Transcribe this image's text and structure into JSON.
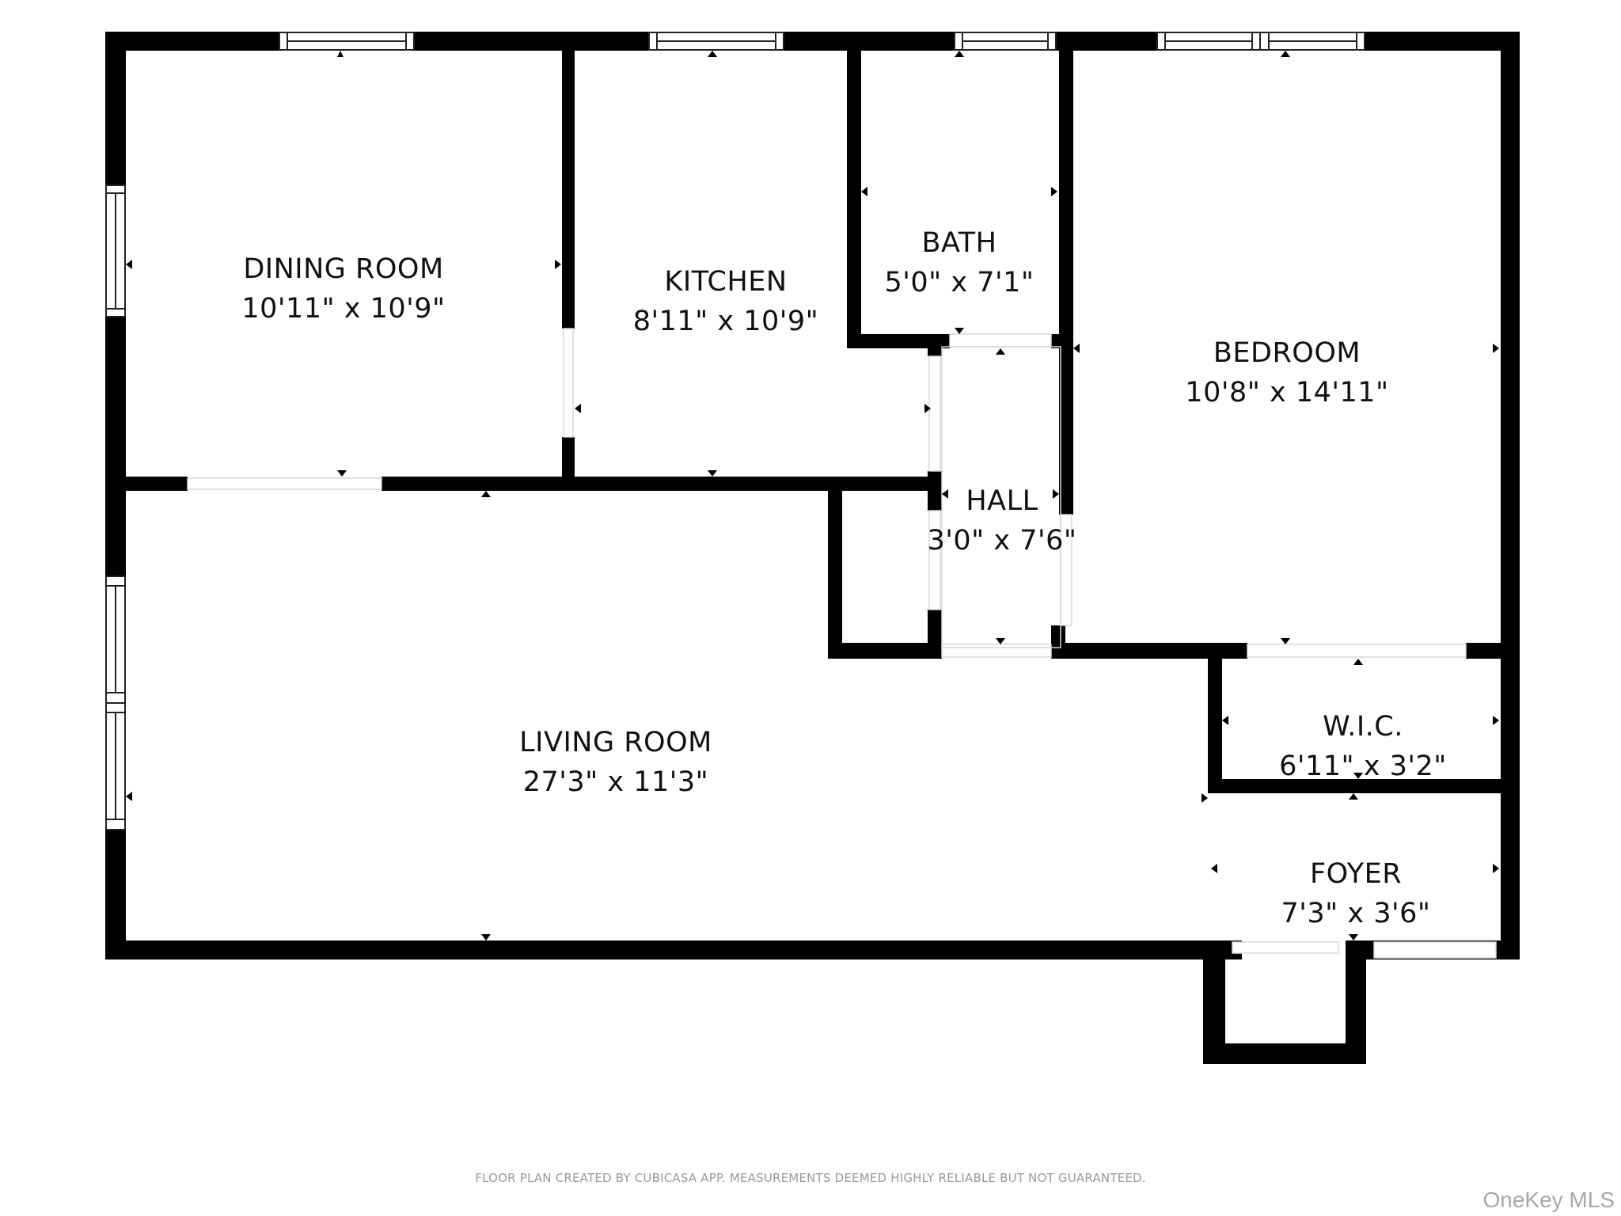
{
  "floor_plan": {
    "rooms": [
      {
        "id": "dining-room",
        "name": "DINING ROOM",
        "dimensions": "10'11\" x 10'9\""
      },
      {
        "id": "kitchen",
        "name": "KITCHEN",
        "dimensions": "8'11\" x 10'9\""
      },
      {
        "id": "bath",
        "name": "BATH",
        "dimensions": "5'0\" x 7'1\""
      },
      {
        "id": "bedroom",
        "name": "BEDROOM",
        "dimensions": "10'8\" x 14'11\""
      },
      {
        "id": "hall",
        "name": "HALL",
        "dimensions": "3'0\" x 7'6\""
      },
      {
        "id": "living-room",
        "name": "LIVING ROOM",
        "dimensions": "27'3\" x 11'3\""
      },
      {
        "id": "wic",
        "name": "W.I.C.",
        "dimensions": "6'11\" x 3'2\""
      },
      {
        "id": "foyer",
        "name": "FOYER",
        "dimensions": "7'3\" x 3'6\""
      }
    ],
    "colors": {
      "wall": "#000000",
      "background": "#ffffff",
      "text": "#111111",
      "footer_text": "#9a9a9a"
    }
  },
  "footer": {
    "disclaimer": "FLOOR PLAN CREATED BY CUBICASA APP. MEASUREMENTS DEEMED HIGHLY RELIABLE BUT NOT GUARANTEED.",
    "watermark": "OneKey MLS"
  }
}
